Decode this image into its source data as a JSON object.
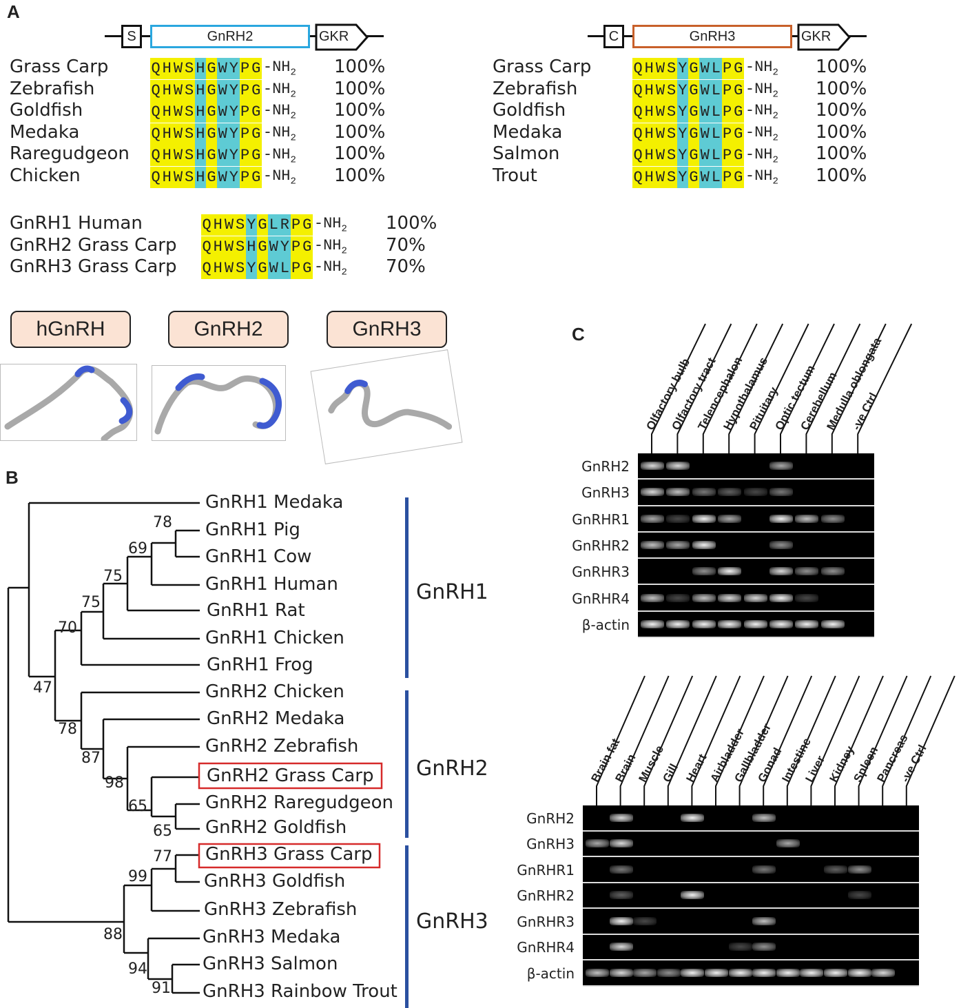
{
  "panels": {
    "a": "A",
    "b": "B",
    "c": "C"
  },
  "gene_maps": {
    "gnrh2": {
      "signal": "S",
      "name": "GnRH2",
      "end": "GKR",
      "color": "#2aa7df"
    },
    "gnrh3": {
      "signal": "C",
      "name": "GnRH3",
      "end": "GKR",
      "color": "#c8602a"
    }
  },
  "alignment_gnrh2": {
    "rows": [
      {
        "species": "Grass Carp",
        "pct": "100%"
      },
      {
        "species": "Zebrafish",
        "pct": "100%"
      },
      {
        "species": "Goldfish",
        "pct": "100%"
      },
      {
        "species": "Medaka",
        "pct": "100%"
      },
      {
        "species": "Raregudgeon",
        "pct": "100%"
      },
      {
        "species": "Chicken",
        "pct": "100%"
      }
    ],
    "sequence": "QHWSHGWYPG",
    "suffix": "-NH2"
  },
  "alignment_gnrh3": {
    "rows": [
      {
        "species": "Grass Carp",
        "pct": "100%"
      },
      {
        "species": "Zebrafish",
        "pct": "100%"
      },
      {
        "species": "Goldfish",
        "pct": "100%"
      },
      {
        "species": "Medaka",
        "pct": "100%"
      },
      {
        "species": "Salmon",
        "pct": "100%"
      },
      {
        "species": "Trout",
        "pct": "100%"
      }
    ],
    "sequence": "QHWSYGWLPG",
    "suffix": "-NH2"
  },
  "alignment_compare": {
    "rows": [
      {
        "species": "GnRH1 Human",
        "sequence": "QHWSYGLRPG",
        "pct": "100%"
      },
      {
        "species": "GnRH2 Grass Carp",
        "sequence": "QHWSHGWYPG",
        "pct": "70%"
      },
      {
        "species": "GnRH3 Grass Carp",
        "sequence": "QHWSYGWLPG",
        "pct": "70%"
      }
    ],
    "suffix": "-NH2"
  },
  "structures": [
    "hGnRH",
    "GnRH2",
    "GnRH3"
  ],
  "tree": {
    "leaves": [
      "GnRH1 Medaka",
      "GnRH1 Pig",
      "GnRH1 Cow",
      "GnRH1 Human",
      "GnRH1 Rat",
      "GnRH1 Chicken",
      "GnRH1 Frog",
      "GnRH2 Chicken",
      "GnRH2 Medaka",
      "GnRH2 Zebrafish",
      "GnRH2 Grass Carp",
      "GnRH2 Raregudgeon",
      "GnRH2 Goldfish",
      "GnRH3 Grass Carp",
      "GnRH3 Goldfish",
      "GnRH3 Zebrafish",
      "GnRH3 Medaka",
      "GnRH3 Salmon",
      "GnRH3 Rainbow Trout"
    ],
    "bootstraps": [
      "78",
      "69",
      "75",
      "75",
      "70",
      "47",
      "78",
      "87",
      "98",
      "65",
      "65",
      "77",
      "99",
      "88",
      "94",
      "91"
    ],
    "clades": [
      "GnRH1",
      "GnRH2",
      "GnRH3"
    ],
    "clade_color": "#2b50a0",
    "highlight_color": "#d62a2a"
  },
  "gel_brain": {
    "lanes": [
      "Olfactory bulb",
      "Olfactory tract",
      "Telencephalon",
      "Hypothalamus",
      "Pituitary",
      "Optic tectum",
      "Cerebellum",
      "Medulla oblongata",
      "-ve Ctrl"
    ],
    "genes": [
      "GnRH2",
      "GnRH3",
      "GnRHR1",
      "GnRHR2",
      "GnRHR3",
      "GnRHR4",
      "β-actin"
    ]
  },
  "gel_tissue": {
    "lanes": [
      "Brain fat",
      "Brain",
      "Muscle",
      "Gill",
      "Heart",
      "Airbladder",
      "Gallbladder",
      "Gonad",
      "Intestine",
      "Liver",
      "Kidney",
      "Spleen",
      "Pancreas",
      "-ve Ctrl"
    ],
    "genes": [
      "GnRH2",
      "GnRH3",
      "GnRHR1",
      "GnRHR2",
      "GnRHR3",
      "GnRHR4",
      "β-actin"
    ]
  }
}
